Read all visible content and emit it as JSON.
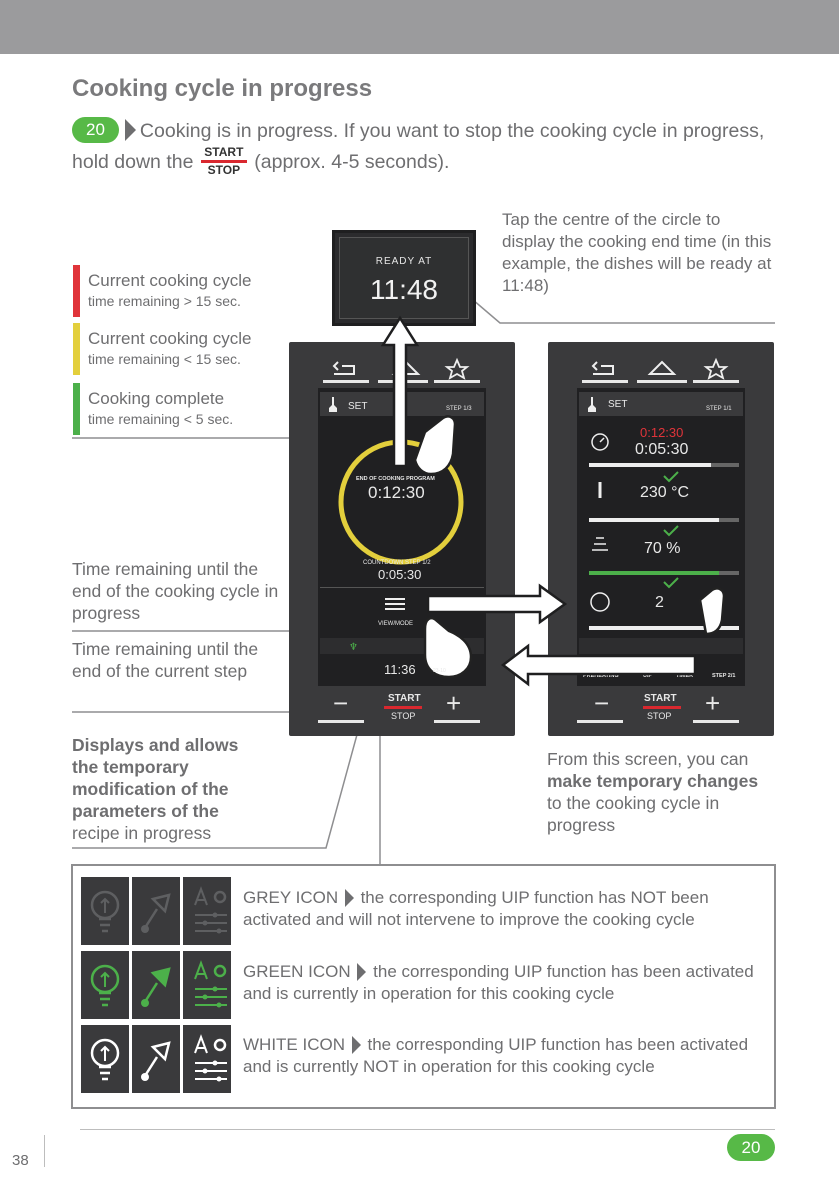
{
  "title": "Cooking cycle in progress",
  "intro": {
    "step": "20",
    "text_before": "Cooking is in progress. If you want to stop the cooking cycle in progress, hold down the",
    "start": "START",
    "stop": "STOP",
    "text_after": "(approx. 4-5 seconds)."
  },
  "legend": [
    {
      "line1": "Current cooking cycle",
      "line2": "time remaining > 15 sec.",
      "color": "#e0343a"
    },
    {
      "line1": "Current cooking cycle",
      "line2": "time remaining < 15 sec.",
      "color": "#e3cf3c"
    },
    {
      "line1": "Cooking complete",
      "line2": "time remaining < 5 sec.",
      "color": "#4cb04a"
    }
  ],
  "labels": {
    "remaining_cycle": "Time remaining until the end of the cooking cycle in progress",
    "remaining_step": "Time remaining until the end of the current step",
    "displays_bold": "Displays and allows the temporary modification of the parameters of the",
    "displays_rest": "recipe in progress"
  },
  "note_top": "Tap the centre of the circle to display the cooking end time (in this example, the dishes will be ready at 11:48)",
  "ready": {
    "label": "READY AT",
    "time": "11:48"
  },
  "left_screen": {
    "set": "SET",
    "step": "STEP 1/3",
    "end_label": "END OF COOKING PROGRAM",
    "end_time": "0:12:30",
    "countdown_label": "COUNTDOWN STEP 1/2",
    "countdown_time": "0:05:30",
    "view_mode": "VIEW/MODE",
    "clock": "11:36",
    "date": "23-10",
    "start": "START",
    "stop": "STOP",
    "minus": "−",
    "plus": "+"
  },
  "right_screen": {
    "set": "SET",
    "step": "STEP 1/1",
    "time_red": "0:12:30",
    "time": "0:05:30",
    "temp": "230 °C",
    "humidity": "70 %",
    "fan": "2",
    "tab_preheating": "PREHEATING",
    "tab_uip": "UIP",
    "tab_timer": "TIMER",
    "tab_step": "STEP 2/1",
    "start": "START",
    "stop": "STOP",
    "minus": "−",
    "plus": "+"
  },
  "tip": {
    "before": "From this screen, you can",
    "bold": "make temporary changes",
    "after": "to the cooking cycle in progress"
  },
  "icons": [
    {
      "state": "GREY ICON",
      "text": "the corresponding UIP function has NOT been activated and will not intervene to improve the cooking cycle",
      "color": "#5e5f61"
    },
    {
      "state": "GREEN ICON",
      "text": "the corresponding UIP function has been activated and is currently in operation for this cooking cycle",
      "color": "#4cb04a"
    },
    {
      "state": "WHITE ICON",
      "text": "the corresponding UIP function has been activated and is currently NOT in operation for this cooking cycle",
      "color": "#ffffff"
    }
  ],
  "footer": {
    "page_number": "38",
    "step": "20"
  }
}
